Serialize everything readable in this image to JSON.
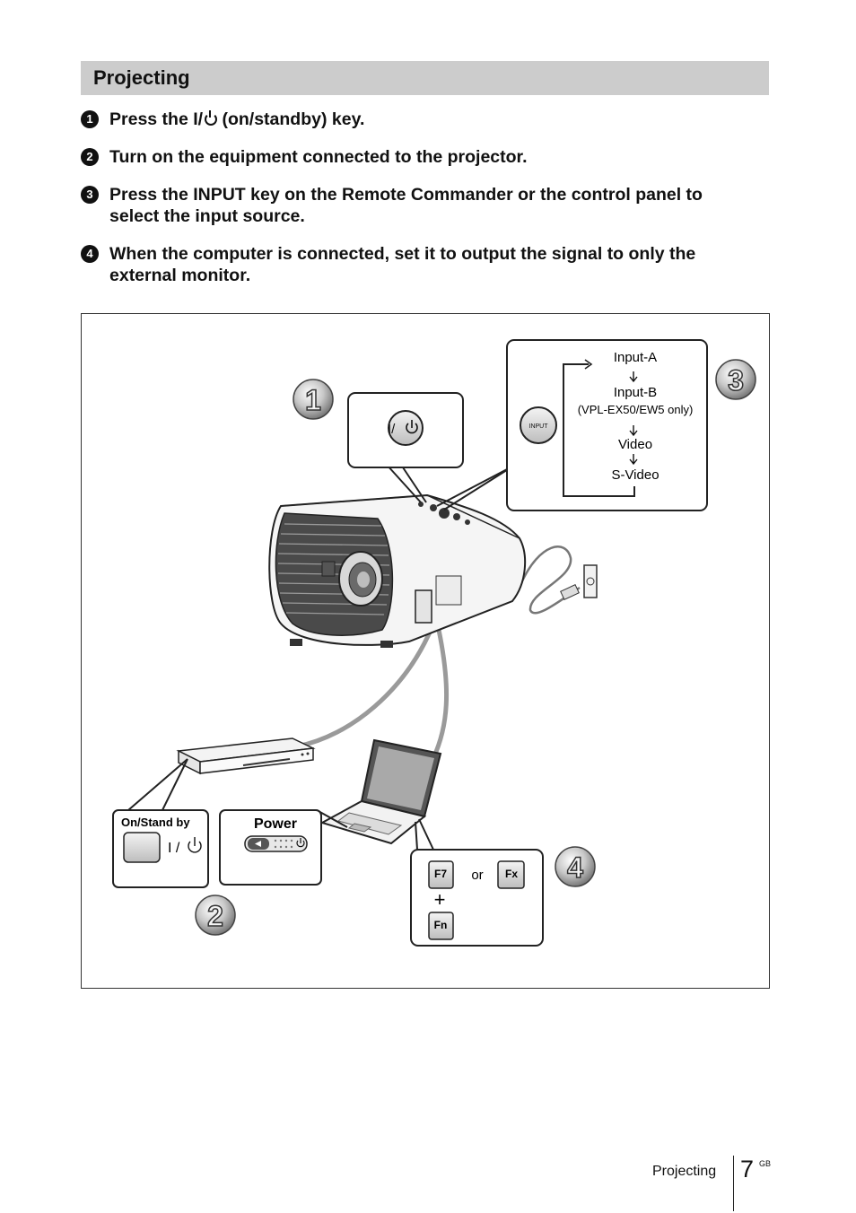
{
  "section": {
    "title": "Projecting"
  },
  "steps": [
    {
      "num": "1",
      "pre": "Press the I/",
      "post": " (on/standby) key."
    },
    {
      "num": "2",
      "line1": "Turn on the equipment connected to the projector."
    },
    {
      "num": "3",
      "line1": "Press the INPUT key on the Remote Commander or the control panel to",
      "line2": "select the input source."
    },
    {
      "num": "4",
      "line1": "When the computer is connected, set it to output the signal to only the",
      "line2": "external monitor."
    }
  ],
  "figure": {
    "callouts": [
      "1",
      "2",
      "3",
      "4"
    ],
    "power_key_label": "I/",
    "input_button": "INPUT",
    "input_cycle": [
      "Input-A",
      "Input-B",
      "(VPL-EX50/EW5 only)",
      "Video",
      "S-Video"
    ],
    "dvd_panel": {
      "title": "On/Stand by",
      "symbol": "I /"
    },
    "laptop_panel": {
      "title": "Power"
    },
    "keys": {
      "f7": "F7",
      "or": "or",
      "fx": "Fx",
      "plus": "+",
      "fn": "Fn"
    }
  },
  "footer": {
    "section": "Projecting",
    "page": "7",
    "suffix": "GB"
  }
}
